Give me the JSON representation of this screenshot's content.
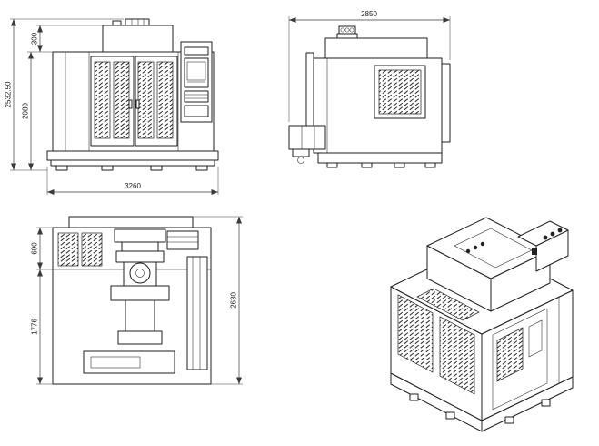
{
  "dimensions": {
    "front": {
      "total_height": "2532.50",
      "body_height": "2080",
      "head_height": "300",
      "overall_width": "3260"
    },
    "side": {
      "overall_depth": "2850"
    },
    "top": {
      "upper_section_depth": "690",
      "lower_section_depth": "1776",
      "overall_depth": "2630"
    }
  }
}
